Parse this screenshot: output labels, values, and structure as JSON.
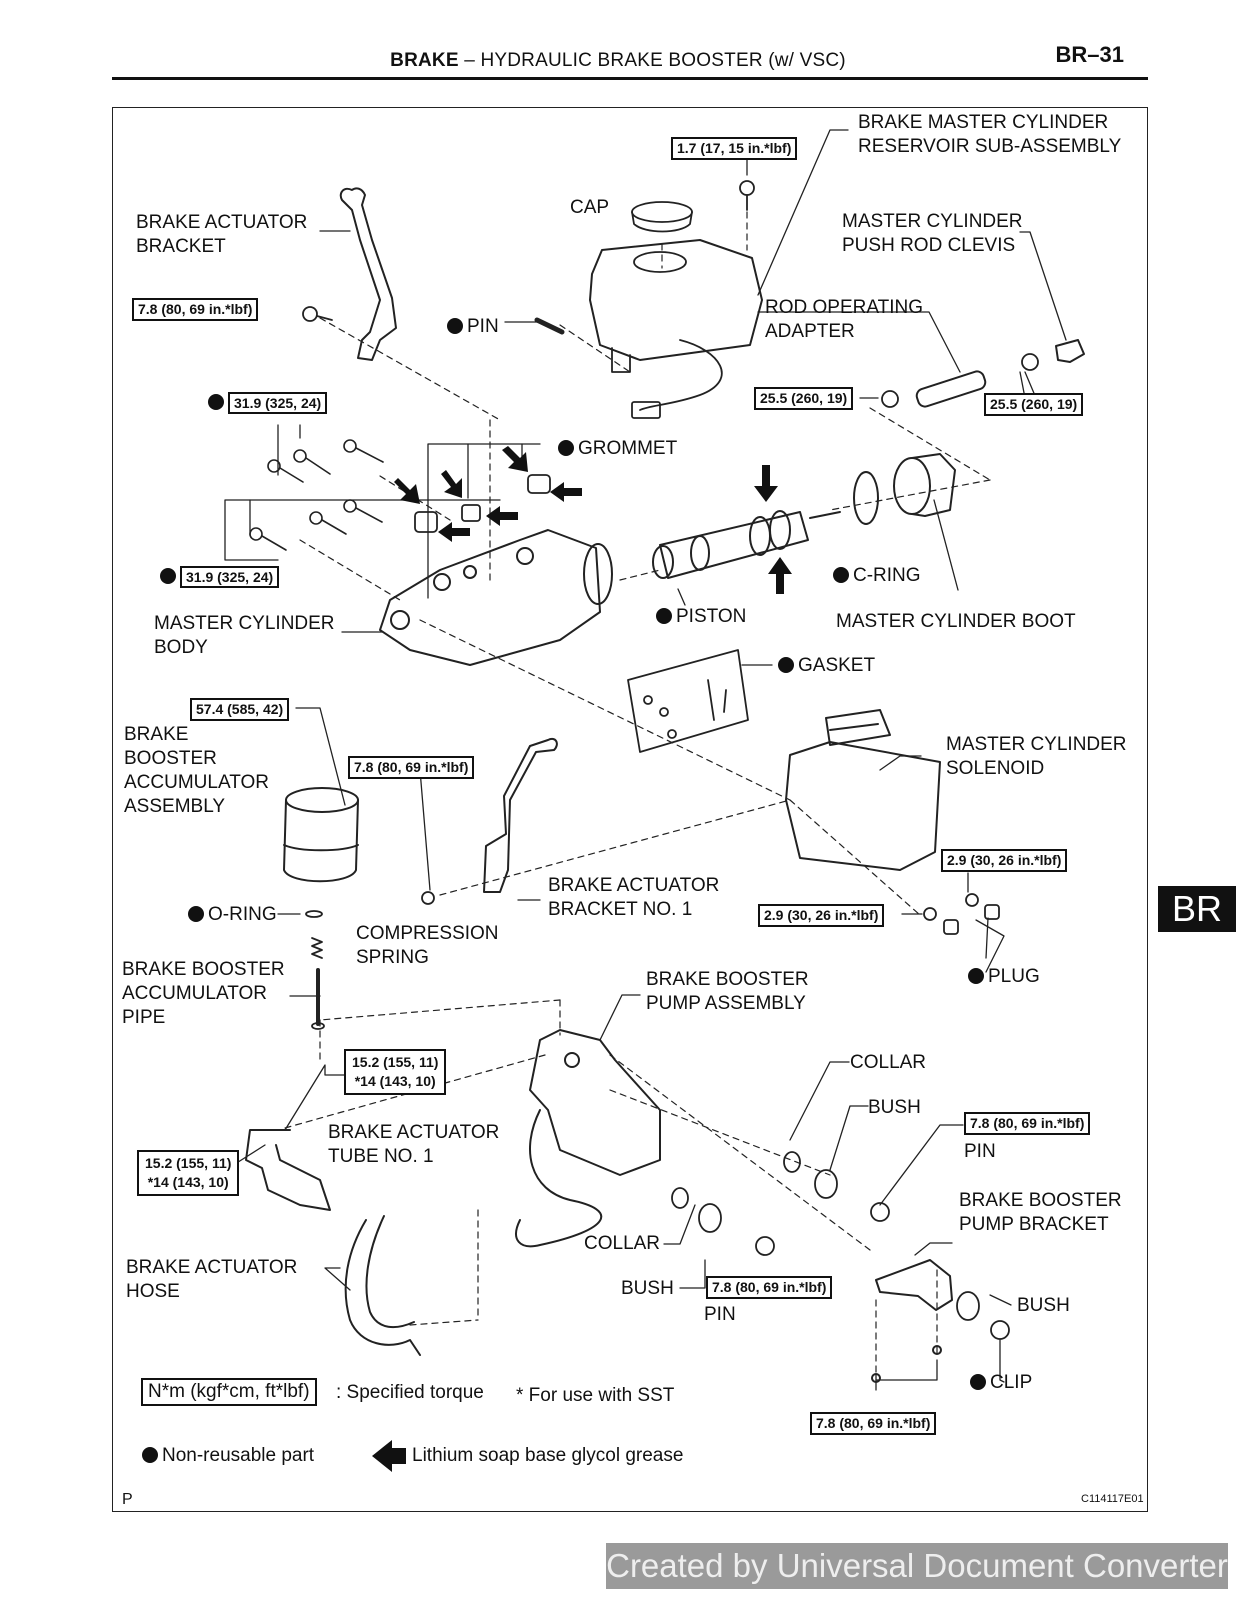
{
  "header": {
    "section": "BRAKE",
    "separator": "–",
    "subtitle": "HYDRAULIC BRAKE BOOSTER (w/ VSC)",
    "page": "BR–31"
  },
  "tab": "BR",
  "labels": {
    "reservoir": "BRAKE MASTER CYLINDER\nRESERVOIR SUB-ASSEMBLY",
    "actuator_bracket": "BRAKE ACTUATOR\nBRACKET",
    "cap": "CAP",
    "push_rod_clevis": "MASTER CYLINDER\nPUSH ROD CLEVIS",
    "pin": "PIN",
    "rod_adapter": "ROD OPERATING\nADAPTER",
    "grommet": "GROMMET",
    "c_ring": "C-RING",
    "piston": "PISTON",
    "mc_boot": "MASTER CYLINDER BOOT",
    "mc_body": "MASTER CYLINDER\nBODY",
    "gasket": "GASKET",
    "accumulator": "BRAKE\nBOOSTER\nACCUMULATOR\nASSEMBLY",
    "mc_solenoid": "MASTER CYLINDER\nSOLENOID",
    "bracket_no1": "BRAKE ACTUATOR\nBRACKET NO. 1",
    "o_ring": "O-RING",
    "comp_spring": "COMPRESSION\nSPRING",
    "acc_pipe": "BRAKE BOOSTER\nACCUMULATOR\nPIPE",
    "plug": "PLUG",
    "pump_assy": "BRAKE BOOSTER\nPUMP ASSEMBLY",
    "collar_r": "COLLAR",
    "bush_r": "BUSH",
    "pin_r": "PIN",
    "tube_no1": "BRAKE ACTUATOR\nTUBE NO. 1",
    "pump_bracket": "BRAKE BOOSTER\nPUMP BRACKET",
    "collar_l": "COLLAR",
    "bush_rr": "BUSH",
    "hose": "BRAKE ACTUATOR\nHOSE",
    "bush_l": "BUSH",
    "pin_l": "PIN",
    "clip": "CLIP"
  },
  "torques": {
    "reservoir_screw": "1.7 (17, 15 in.*lbf)",
    "bracket_bolt": "7.8 (80, 69 in.*lbf)",
    "upper_bolts": "31.9 (325, 24)",
    "lower_bolts": "31.9 (325, 24)",
    "adapter_nut_l": "25.5 (260, 19)",
    "adapter_nut_r": "25.5 (260, 19)",
    "accumulator": "57.4 (585, 42)",
    "bracket_no1_bolt": "7.8 (80, 69 in.*lbf)",
    "solenoid_a": "2.9 (30, 26 in.*lbf)",
    "solenoid_b": "2.9 (30, 26 in.*lbf)",
    "pipe_a": "15.2 (155, 11)\n*14 (143, 10)",
    "pipe_b": "15.2 (155, 11)\n*14 (143, 10)",
    "pin_r": "7.8 (80, 69 in.*lbf)",
    "pin_l": "7.8 (80, 69 in.*lbf)",
    "pump_bracket_bolts": "7.8 (80, 69 in.*lbf)"
  },
  "legend": {
    "torque_box": "N*m (kgf*cm, ft*lbf)",
    "torque_text": ": Specified torque",
    "sst": "* For use with SST",
    "non_reusable": "Non-reusable part",
    "grease": "Lithium soap base glycol grease"
  },
  "footer": {
    "code_letter": "P",
    "figure_code": "C114117E01"
  },
  "watermark": "Created by Universal Document Converter"
}
